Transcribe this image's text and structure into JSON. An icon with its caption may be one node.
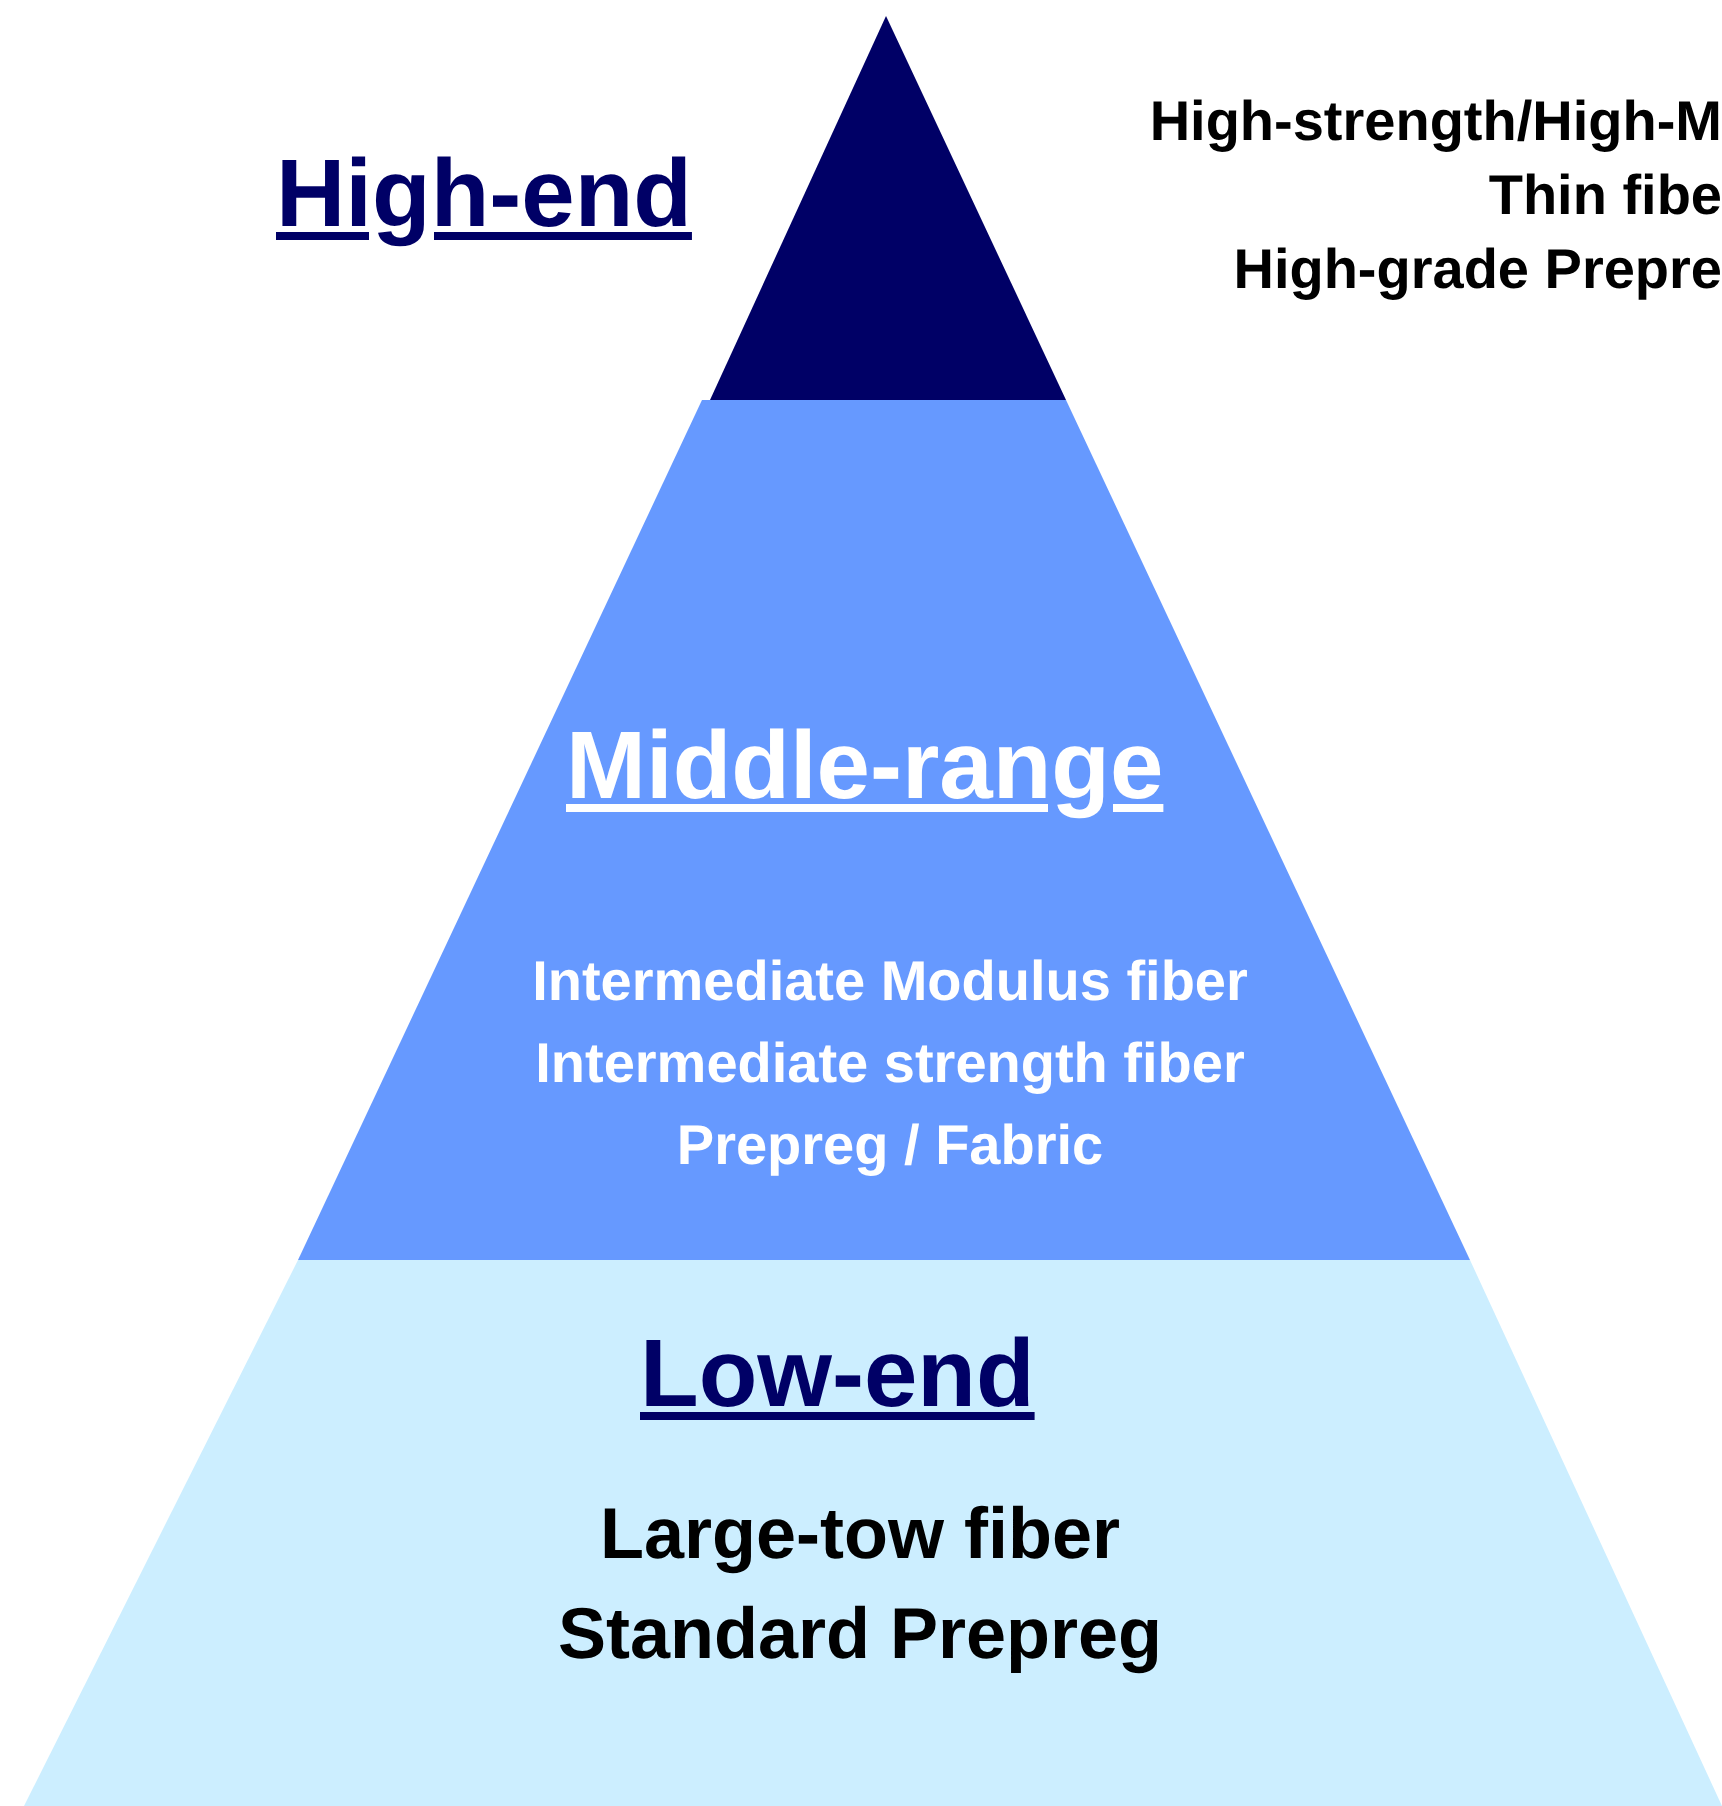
{
  "diagram": {
    "nodes": [
      {
        "text": [
          "High-end",
          "High-strength/High-M",
          "Thin fibe",
          "High-grade Prepre"
        ]
      },
      {
        "text": [
          "Middle-range",
          "Intermediate Modulus fiber",
          "Intermediate strength fiber",
          "Prepreg / Fabric"
        ]
      },
      {
        "text": [
          "Low-end",
          "Large-tow fiber",
          "Standard Prepreg"
        ]
      }
    ]
  }
}
